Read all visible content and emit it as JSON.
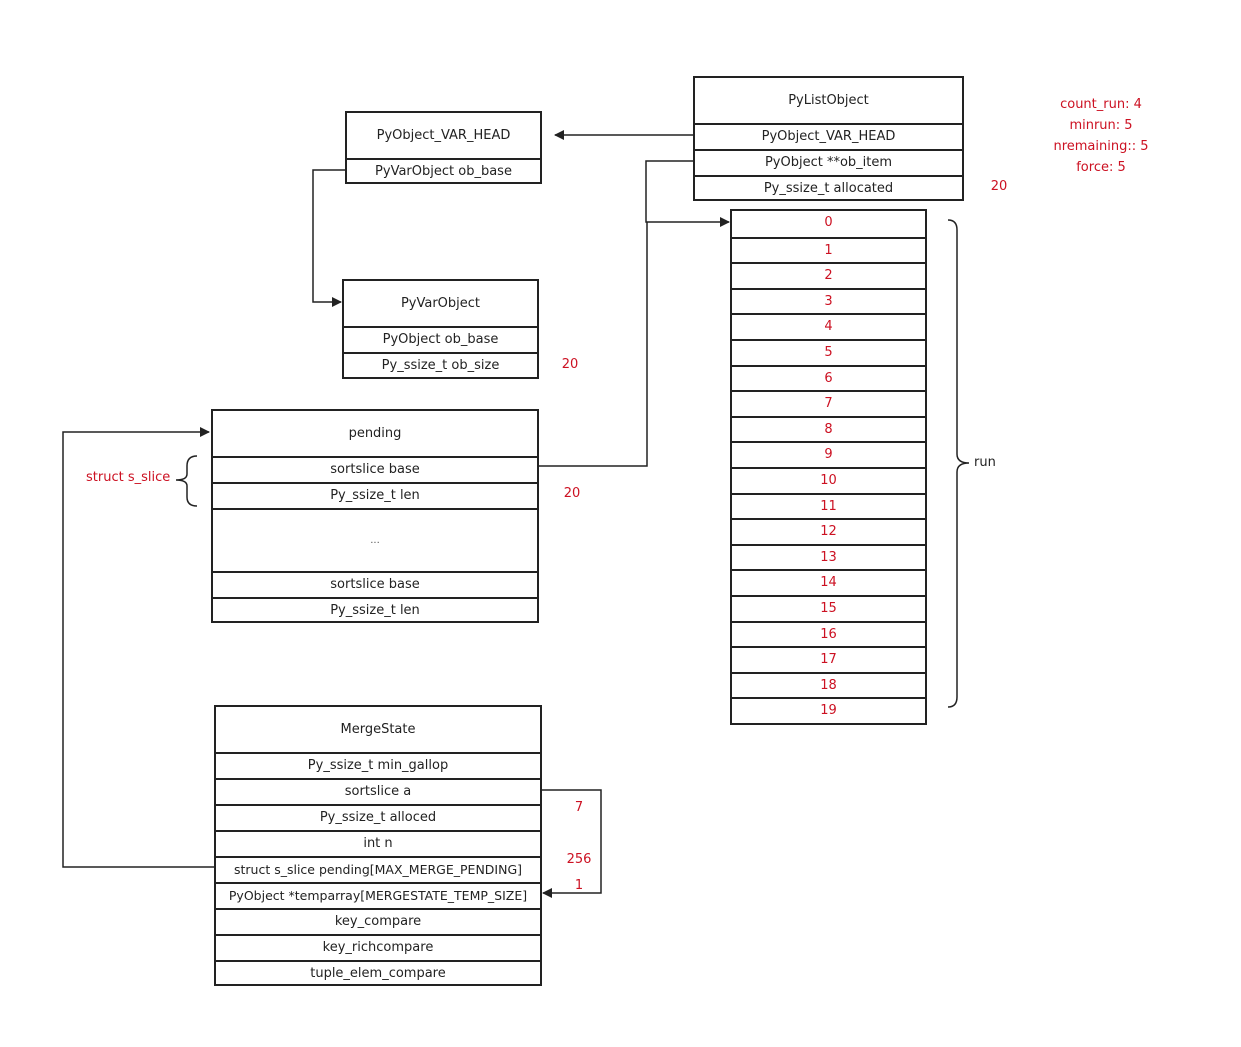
{
  "colors": {
    "line": "#222222",
    "accent": "#cc1122"
  },
  "pylist": {
    "title": "PyListObject",
    "fields": [
      "PyObject_VAR_HEAD",
      "PyObject **ob_item",
      "Py_ssize_t allocated"
    ],
    "allocated_value": "20"
  },
  "varhead": {
    "title": "PyObject_VAR_HEAD",
    "fields": [
      "PyVarObject ob_base"
    ]
  },
  "pyvar": {
    "title": "PyVarObject",
    "fields": [
      "PyObject ob_base",
      "Py_ssize_t ob_size"
    ],
    "size_value": "20"
  },
  "pending": {
    "title": "pending",
    "fields": [
      "sortslice base",
      "Py_ssize_t len",
      "...",
      "sortslice base",
      "Py_ssize_t len"
    ],
    "len_value": "20",
    "slice_label": "struct s_slice"
  },
  "mergestate": {
    "title": "MergeState",
    "fields": [
      "Py_ssize_t min_gallop",
      "sortslice a",
      "Py_ssize_t alloced",
      "int n",
      "struct s_slice pending[MAX_MERGE_PENDING]",
      "PyObject *temparray[MERGESTATE_TEMP_SIZE]",
      "key_compare",
      "key_richcompare",
      "tuple_elem_compare"
    ],
    "values": {
      "alloced": "7",
      "pending": "256",
      "temparray": "1"
    }
  },
  "array": {
    "items": [
      "0",
      "1",
      "2",
      "3",
      "4",
      "5",
      "6",
      "7",
      "8",
      "9",
      "10",
      "11",
      "12",
      "13",
      "14",
      "15",
      "16",
      "17",
      "18",
      "19"
    ],
    "run_label": "run"
  },
  "stats": [
    "count_run: 4",
    "minrun: 5",
    "nremaining:: 5",
    "force: 5"
  ]
}
